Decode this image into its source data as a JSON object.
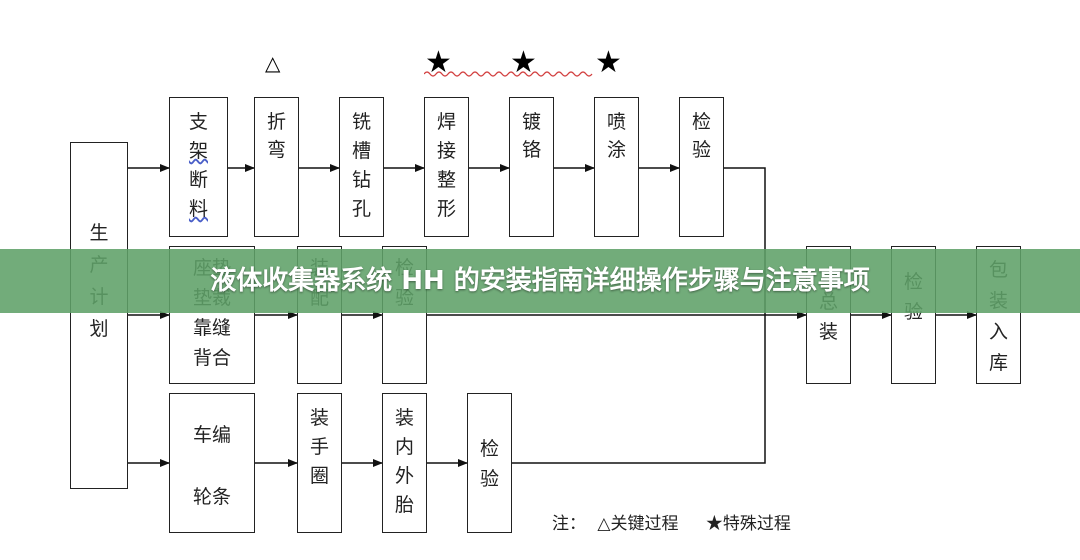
{
  "title": "液体收集器系统 HH 的安装指南详细操作步骤与注意事项",
  "plan": [
    "生",
    "产",
    "计",
    "划"
  ],
  "row1": {
    "support_cut": [
      "支",
      "架",
      "断",
      "料"
    ],
    "bend": [
      "折",
      "弯"
    ],
    "mill_drill": [
      "铣",
      "槽",
      "钻",
      "孔"
    ],
    "weld_shape": [
      "焊",
      "接",
      "整",
      "形"
    ],
    "chrome": [
      "镀",
      "铬"
    ],
    "spray": [
      "喷",
      "涂"
    ],
    "inspect": [
      "检",
      "验"
    ]
  },
  "row2": {
    "upholstery": [
      "座垫",
      "垫裁",
      "靠缝",
      "背合"
    ],
    "match": [
      "装",
      "配"
    ],
    "inspect": [
      "检",
      "验"
    ]
  },
  "row3": {
    "wheel": [
      "车编",
      "轮条"
    ],
    "hand_ring": [
      "装",
      "手",
      "圈"
    ],
    "tire": [
      "装",
      "内",
      "外",
      "胎"
    ],
    "inspect": [
      "检",
      "验"
    ]
  },
  "final": {
    "assembly": [
      "总",
      "装"
    ],
    "inspect": [
      "检",
      "验"
    ],
    "pack": [
      "包",
      "装",
      "入",
      "库"
    ]
  },
  "legend": {
    "label": "注：",
    "key": "△关键过程",
    "special": "★特殊过程"
  },
  "markers": {
    "key_symbol": "△",
    "special_symbol": "★"
  },
  "colors": {
    "banner": "#5ea068",
    "squiggle": "#d24040",
    "link_underline": "#4a5fc8"
  }
}
